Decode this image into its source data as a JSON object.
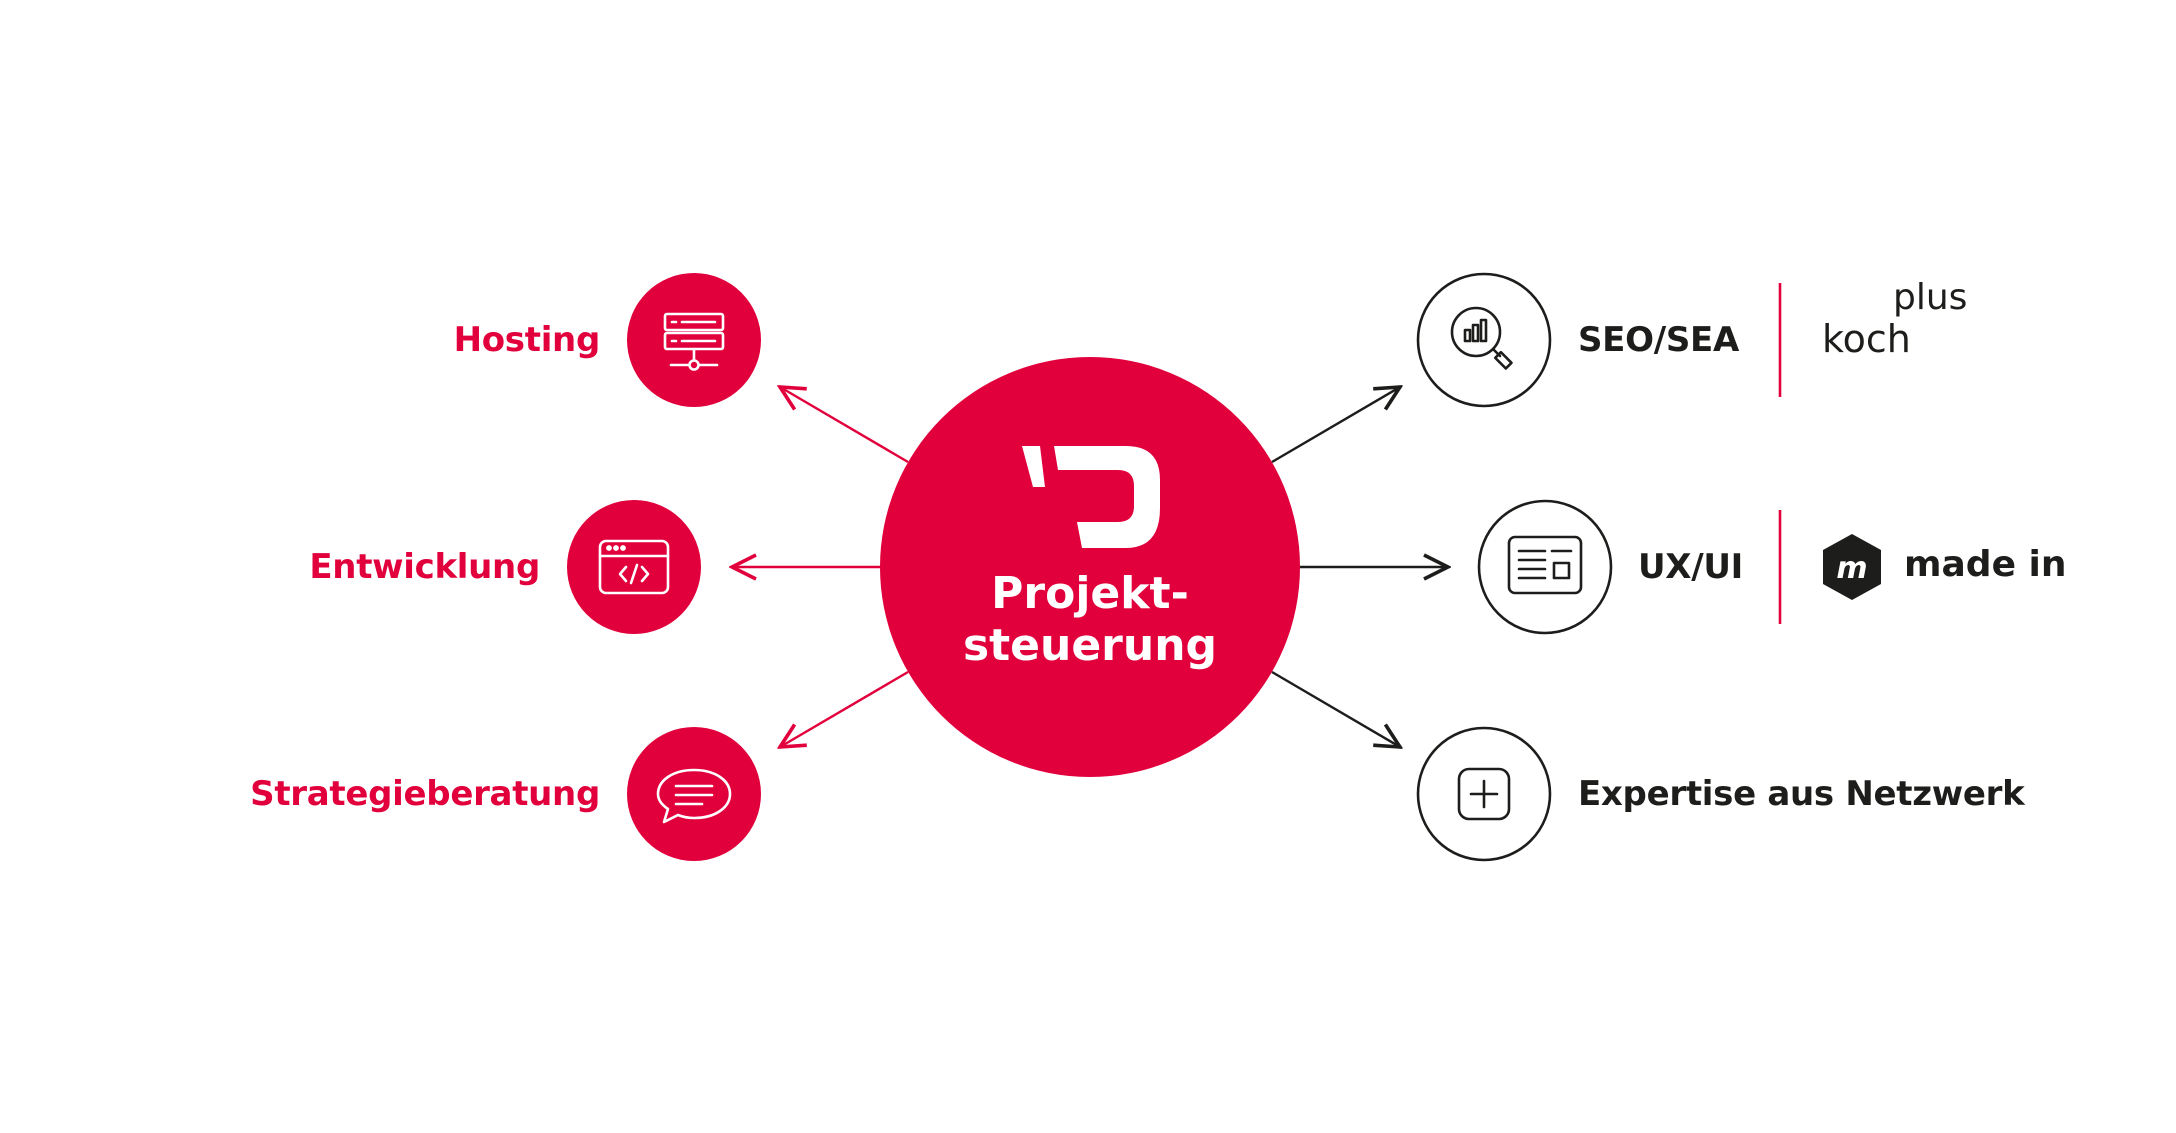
{
  "colors": {
    "accent": "#e1003c",
    "dark": "#1d1d1b",
    "background": "#ffffff"
  },
  "center": {
    "line1": "Projekt-",
    "line2": "steuerung",
    "logo_icon": "brand-quote-logo-icon"
  },
  "left_nodes": [
    {
      "label": "Hosting",
      "icon": "server-network-icon"
    },
    {
      "label": "Entwicklung",
      "icon": "code-window-icon"
    },
    {
      "label": "Strategieberatung",
      "icon": "speech-bubble-icon"
    }
  ],
  "right_nodes": [
    {
      "label": "SEO/SEA",
      "icon": "magnifier-chart-icon"
    },
    {
      "label": "UX/UI",
      "icon": "layout-wireframe-icon"
    },
    {
      "label": "Expertise aus Netzwerk",
      "icon": "plus-square-icon"
    }
  ],
  "partners": [
    {
      "line1": "plus",
      "line2": "koch",
      "logo": "kochplus-logo"
    },
    {
      "badge": "m",
      "name": "made in",
      "logo": "made-in-logo"
    }
  ]
}
